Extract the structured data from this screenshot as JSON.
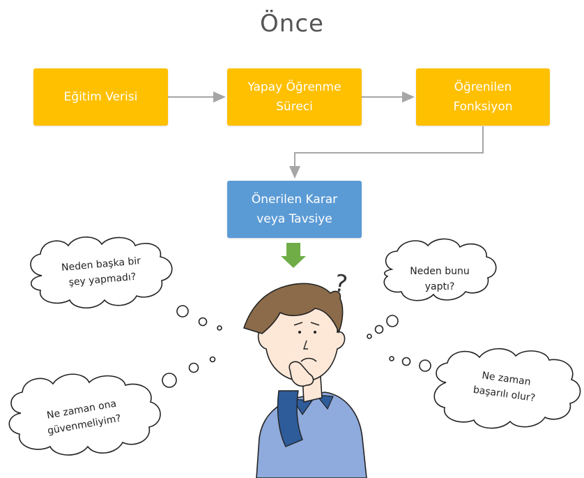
{
  "title": "Önce",
  "flow": {
    "training_data": "Eğitim Verisi",
    "ml_process": "Yapay Öğrenme\nSüreci",
    "learned_function": "Öğrenilen\nFonksiyon",
    "recommendation": "Önerilen Karar\nveya Tavsiye"
  },
  "thoughts": {
    "why_not_other": "Neden başka bir\nşey yapmadı?",
    "why_this": "Neden bunu\nyaptı?",
    "when_trust": "Ne zaman ona\ngüvenmeliyim?",
    "when_succeed": "Ne zaman\nbaşarılı olur?"
  },
  "question_mark": "?",
  "colors": {
    "flow_box": "#ffc000",
    "decision_box": "#5b9bd5",
    "down_arrow": "#70ad47",
    "connector": "#a6a6a6",
    "shirt": "#8faadc",
    "hair": "#8b6b4a"
  }
}
